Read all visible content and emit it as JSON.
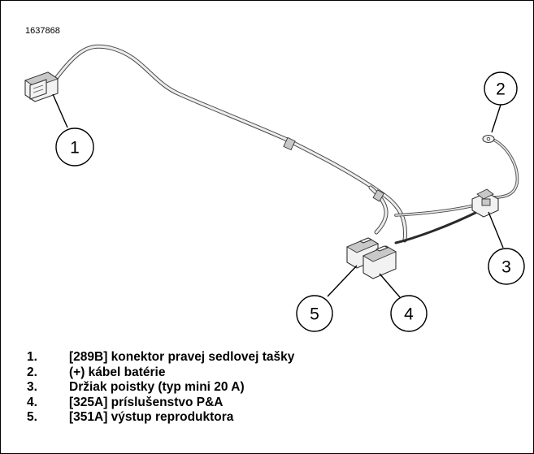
{
  "figure_id": "1637868",
  "callouts": [
    "1",
    "2",
    "3",
    "4",
    "5"
  ],
  "legend": [
    {
      "number": "1.",
      "text": "[289B] konektor pravej sedlovej tašky"
    },
    {
      "number": "2.",
      "text": "(+) kábel batérie"
    },
    {
      "number": "3.",
      "text": "Držiak poistky (typ mini 20 A)"
    },
    {
      "number": "4.",
      "text": "[325A] príslušenstvo P&A"
    },
    {
      "number": "5.",
      "text": "[351A] výstup reproduktora"
    }
  ],
  "colors": {
    "border": "#000000",
    "background": "#ffffff",
    "wire_outline": "#4a4a4a"
  }
}
